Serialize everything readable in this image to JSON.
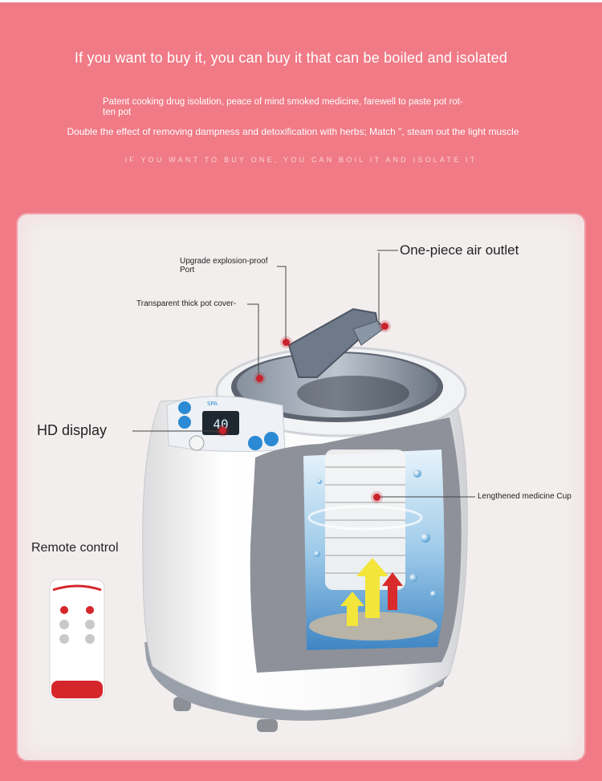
{
  "header": {
    "headline": "If you want to buy it, you can buy it that can be boiled and isolated",
    "line1": "Patent cooking drug isolation, peace of mind smoked medicine, farewell to paste pot rot-",
    "line1_cont": "ten pot",
    "line2": "Double the effect of removing dampness and detoxification with herbs; Match \", steam out the light muscle",
    "caps": "IF YOU WANT TO BUY ONE, YOU CAN BOIL IT AND ISOLATE IT"
  },
  "callouts": {
    "explosion_port_1": "Upgrade explosion-proof",
    "explosion_port_2": "Port",
    "pot_cover": "Transparent thick pot cover-",
    "air_outlet": "One-piece air outlet",
    "hd_display": "HD display",
    "medicine_cup": "Lengthened medicine Cup",
    "remote": "Remote control"
  },
  "device": {
    "display_value": "40",
    "brand": "SPA"
  },
  "colors": {
    "background": "#f07a86",
    "panel": "#f3eeee",
    "accent_dot": "#c8232c"
  }
}
